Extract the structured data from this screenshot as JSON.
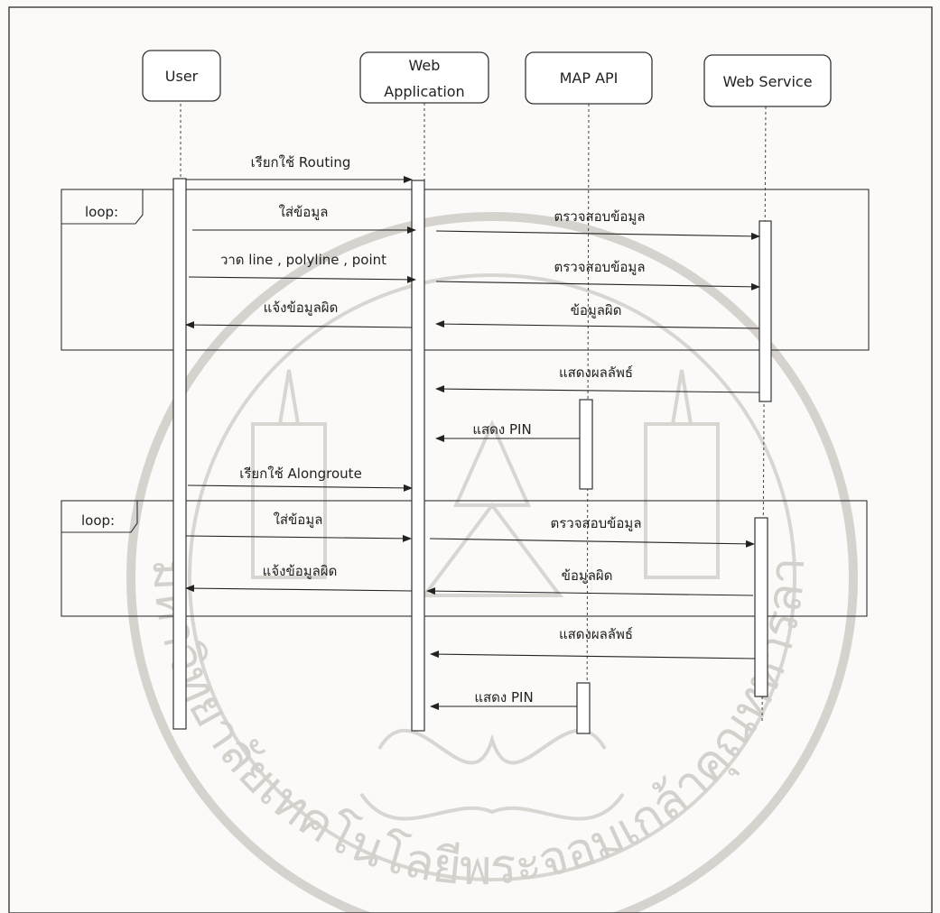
{
  "participants": [
    {
      "id": "user",
      "lines": [
        "User"
      ]
    },
    {
      "id": "webapp",
      "lines": [
        "Web",
        "Application"
      ]
    },
    {
      "id": "mapapi",
      "lines": [
        "MAP API"
      ]
    },
    {
      "id": "websvc",
      "lines": [
        "Web Service"
      ]
    }
  ],
  "fragments": [
    {
      "id": "loop1",
      "label": "loop:"
    },
    {
      "id": "loop2",
      "label": "loop:"
    }
  ],
  "messages": [
    {
      "id": "m1",
      "text": "เรียกใช้ Routing"
    },
    {
      "id": "m2",
      "text": "ใส่ข้อมูล"
    },
    {
      "id": "m3",
      "text": "ตรวจสอบข้อมูล"
    },
    {
      "id": "m4",
      "text": "วาด line , polyline , point"
    },
    {
      "id": "m5",
      "text": "ตรวจสอบข้อมูล"
    },
    {
      "id": "m6",
      "text": "แจ้งข้อมูลผิด"
    },
    {
      "id": "m7",
      "text": "ข้อมูลผิด"
    },
    {
      "id": "m8",
      "text": "แสดงผลลัพธ์"
    },
    {
      "id": "m9",
      "text": "แสดง PIN"
    },
    {
      "id": "m10",
      "text": "เรียกใช้ Alongroute"
    },
    {
      "id": "m11",
      "text": "ใส่ข้อมูล"
    },
    {
      "id": "m12",
      "text": "ตรวจสอบข้อมูล"
    },
    {
      "id": "m13",
      "text": "แจ้งข้อมูลผิด"
    },
    {
      "id": "m14",
      "text": "ข้อมูลผิด"
    },
    {
      "id": "m15",
      "text": "แสดงผลลัพธ์"
    },
    {
      "id": "m16",
      "text": "แสดง PIN"
    }
  ],
  "watermark": {
    "text": "มหาวิทยาลัยเทคโนโลยีพระจอมเกล้าคุณทหารลาดกระบัง"
  },
  "colors": {
    "line": "#222222",
    "watermark": "#d6d3cf",
    "background": "#fbfaf8"
  }
}
